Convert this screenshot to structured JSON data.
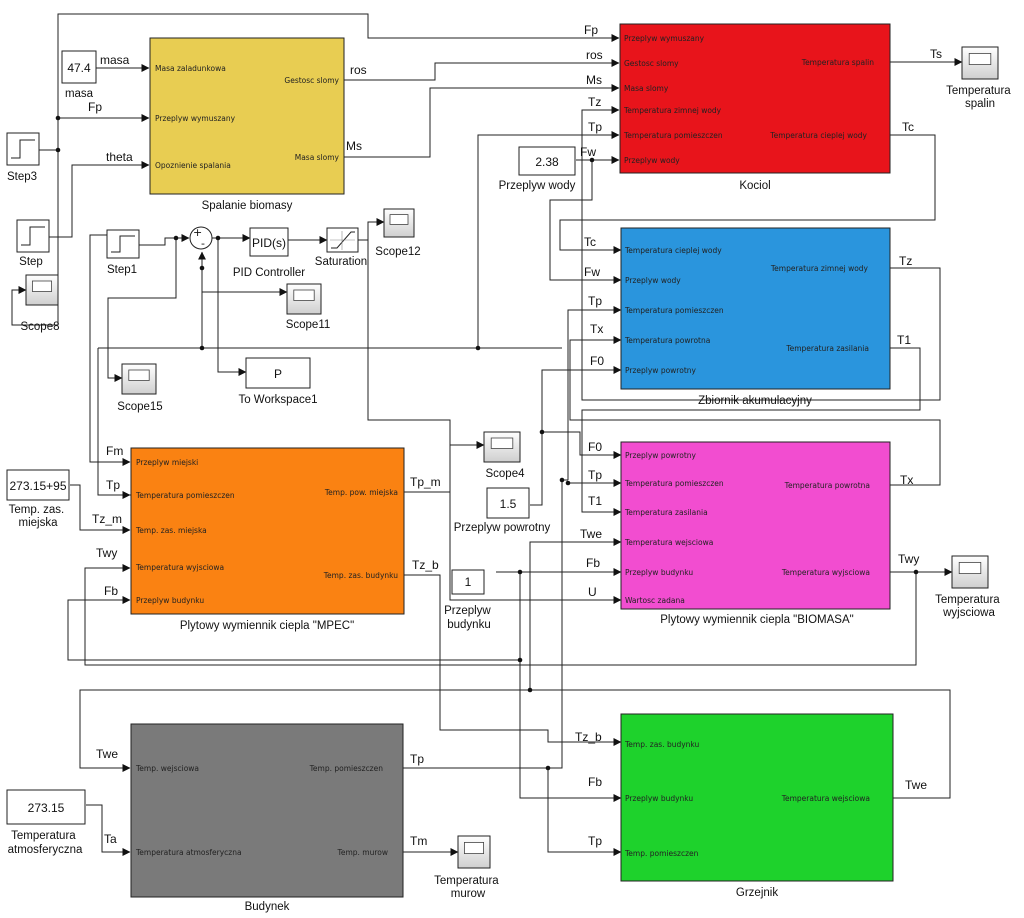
{
  "colors": {
    "kociol": "#e8141b",
    "spalanie": "#e8cd52",
    "zbiornik": "#2a95dd",
    "mpec": "#fa8212",
    "biomasa": "#f24dd0",
    "budynek": "#7a7a7a",
    "grzejnik": "#1ed22c"
  },
  "blocks": {
    "spalanie": {
      "name": "Spalanie biomasy",
      "inputs": [
        "Masa zaladunkowa",
        "Przeplyw wymuszany",
        "Opoznienie spalania"
      ],
      "outputs": [
        "Gestosc slomy",
        "Masa slomy"
      ]
    },
    "kociol": {
      "name": "Kociol",
      "inputs": [
        "Przeplyw wymuszany",
        "Gestosc slomy",
        "Masa slomy",
        "Temperatura zimnej wody",
        "Temperatura pomieszczen",
        "Przeplyw wody"
      ],
      "outputs": [
        "Temperatura spalin",
        "Temperatura cieplej wody"
      ]
    },
    "zbiornik": {
      "name": "Zbiornik akumulacyjny",
      "inputs": [
        "Temperatura cieplej wody",
        "Przeplyw wody",
        "Temperatura pomieszczen",
        "Temperatura powrotna",
        "Przeplyw powrotny"
      ],
      "outputs": [
        "Temperatura zimnej wody",
        "Temperatura zasilania"
      ]
    },
    "mpec": {
      "name": "Plytowy wymiennik ciepla \"MPEC\"",
      "inputs": [
        "Przeplyw miejski",
        "Temperatura pomieszczen",
        "Temp. zas. miejska",
        "Temperatura wyjsciowa",
        "Przeplyw budynku"
      ],
      "outputs": [
        "Temp. pow. miejska",
        "Temp. zas. budynku"
      ]
    },
    "biomasa": {
      "name": "Plytowy wymiennik ciepla \"BIOMASA\"",
      "inputs": [
        "Przeplyw powrotny",
        "Temperatura pomieszczen",
        "Temperatura zasilania",
        "Temperatura wejsciowa",
        "Przeplyw budynku",
        "Wartosc zadana"
      ],
      "outputs": [
        "Temperatura powrotna",
        "Temperatura wyjsciowa"
      ]
    },
    "budynek": {
      "name": "Budynek",
      "inputs": [
        "Temp. wejsciowa",
        "Temperatura atmosferyczna"
      ],
      "outputs": [
        "Temp. pomieszczen",
        "Temp. murow"
      ]
    },
    "grzejnik": {
      "name": "Grzejnik",
      "inputs": [
        "Temp. zas. budynku",
        "Przeplyw budynku",
        "Temp. pomieszczen"
      ],
      "outputs": [
        "Temperatura wejsciowa"
      ]
    }
  },
  "constants": {
    "masa": {
      "value": "47.4",
      "name": "masa"
    },
    "woda": {
      "value": "2.38",
      "name": "Przeplyw wody"
    },
    "powrot": {
      "value": "1.5",
      "name": "Przeplyw powrotny"
    },
    "budynku": {
      "value": "1",
      "name": "Przeplyw\nbudynku"
    },
    "miejska": {
      "value": "273.15+95",
      "name": "Temp. zas.\nmiejska"
    },
    "atmos": {
      "value": "273.15",
      "name": "Temperatura\natmosferyczna"
    }
  },
  "misc": {
    "step3": "Step3",
    "step": "Step",
    "step1": "Step1",
    "scope8": "Scope8",
    "scope11": "Scope11",
    "scope12": "Scope12",
    "scope15": "Scope15",
    "scope4": "Scope4",
    "pid_text": "PID(s)",
    "pid_name": "PID Controller",
    "saturation": "Saturation",
    "ws_text": "P",
    "ws_name": "To Workspace1",
    "scope_spalin": "Temperatura\nspalin",
    "scope_wyj": "Temperatura\nwyjsciowa",
    "scope_murow": "Temperatura\nmurow",
    "sum_plus": "+",
    "sum_minus": "-"
  },
  "signals": {
    "Fp": "Fp",
    "ros": "ros",
    "Ms": "Ms",
    "Tz": "Tz",
    "Tp": "Tp",
    "Fw": "Fw",
    "Ts": "Ts",
    "Tc": "Tc",
    "masa": "masa",
    "theta": "theta",
    "T1": "T1",
    "Tx": "Tx",
    "F0": "F0",
    "Fm": "Fm",
    "Tz_m": "Tz_m",
    "Twy": "Twy",
    "Fb": "Fb",
    "Tp_m": "Tp_m",
    "Tz_b": "Tz_b",
    "Twe": "Twe",
    "U": "U",
    "Ta": "Ta",
    "Tm": "Tm"
  }
}
